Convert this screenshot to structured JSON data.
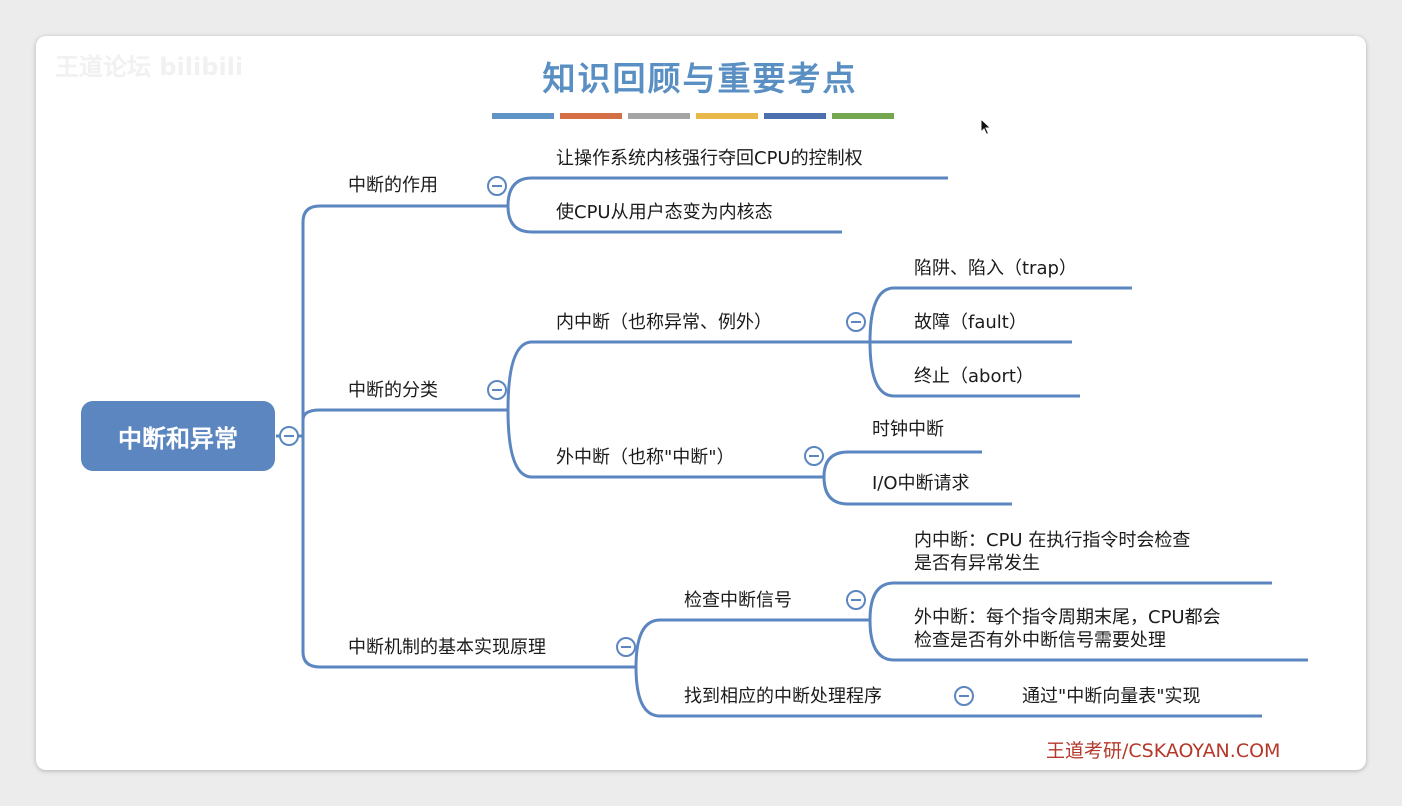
{
  "watermark": "王道论坛 bilibili",
  "title": "知识回顾与重要考点",
  "color_bar": [
    "#5f93c6",
    "#d46e45",
    "#a4a4a4",
    "#e8b84a",
    "#4c6fae",
    "#74a74f"
  ],
  "root": {
    "label": "中断和异常"
  },
  "branches": {
    "role": {
      "label": "中断的作用",
      "items": [
        "让操作系统内核强行夺回CPU的控制权",
        "使CPU从用户态变为内核态"
      ]
    },
    "classification": {
      "label": "中断的分类",
      "internal": {
        "label": "内中断（也称异常、例外）",
        "items": [
          "陷阱、陷入（trap）",
          "故障（fault）",
          "终止（abort）"
        ]
      },
      "external": {
        "label": "外中断（也称\"中断\"）",
        "items": [
          "时钟中断",
          "I/O中断请求"
        ]
      }
    },
    "mechanism": {
      "label": "中断机制的基本实现原理",
      "check": {
        "label": "检查中断信号",
        "internal_lines": [
          "内中断：CPU 在执行指令时会检查",
          "是否有异常发生"
        ],
        "external_lines": [
          "外中断：每个指令周期末尾，CPU都会",
          "检查是否有外中断信号需要处理"
        ]
      },
      "handler": {
        "label": "找到相应的中断处理程序",
        "detail": "通过\"中断向量表\"实现"
      }
    }
  },
  "credit": "王道考研/CSKAOYAN.COM",
  "line_color": "#5b86c0"
}
